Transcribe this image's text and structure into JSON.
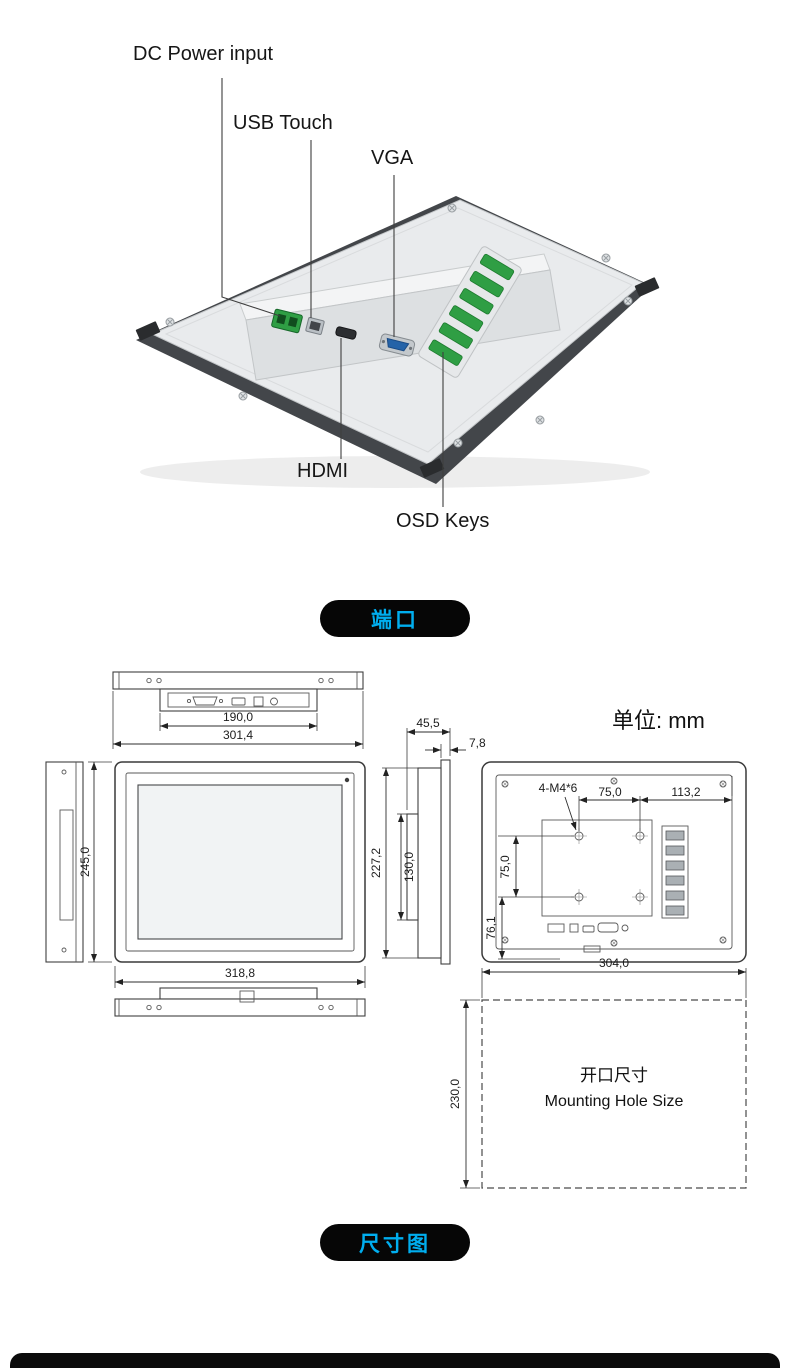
{
  "colors": {
    "accent_blue": "#00aeef",
    "badge_bg": "#060606",
    "connector_green": "#2f9e44",
    "vga_blue": "#2563a8"
  },
  "port_figure": {
    "labels": {
      "dc_power": "DC Power input",
      "usb_touch": "USB Touch",
      "vga": "VGA",
      "hdmi": "HDMI",
      "osd_keys": "OSD Keys"
    }
  },
  "badges": {
    "ports": "端口",
    "dimensions": "尺寸图"
  },
  "dims": {
    "unit": "单位: mm",
    "top_view": {
      "inner_width": "190,0",
      "outer_width": "301,4"
    },
    "front_view": {
      "height": "245,0",
      "width": "318,8"
    },
    "side_view": {
      "depth": "45,5",
      "bezel": "7,8",
      "height": "227,2",
      "module_height": "130,0"
    },
    "rear_view": {
      "vesa_label": "4-M4*6",
      "vesa_pitch_h": "75,0",
      "right_offset": "113,2",
      "vesa_pitch_v": "75,0",
      "bottom_offset": "76,1"
    },
    "mounting_hole": {
      "width": "304,0",
      "height": "230,0",
      "title_cn": "开口尺寸",
      "title_en": "Mounting Hole Size"
    }
  }
}
